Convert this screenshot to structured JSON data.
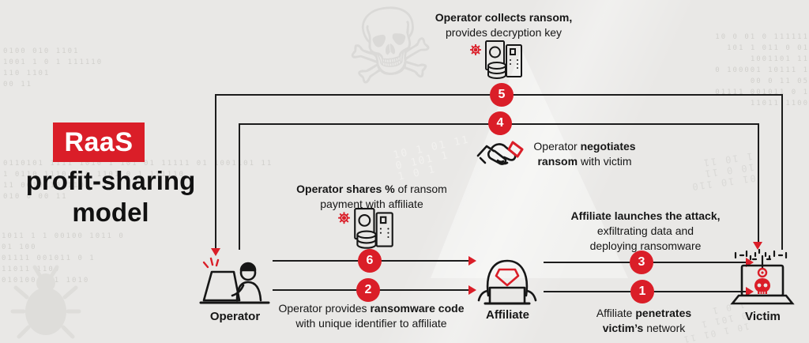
{
  "title": {
    "badge": "RaaS",
    "line1": "profit-sharing",
    "line2": "model"
  },
  "colors": {
    "accent_red": "#da1e28",
    "ink": "#161616",
    "background": "#e9e8e6"
  },
  "actors": [
    {
      "label": "Operator"
    },
    {
      "label": "Affiliate"
    },
    {
      "label": "Victim"
    }
  ],
  "steps": [
    {
      "num": "1",
      "l1a": "Affiliate ",
      "l1b": "penetrates",
      "l2a": "victim’s",
      "l2b": " network"
    },
    {
      "num": "2",
      "l1a": "Operator provides ",
      "l1b": "ransomware code",
      "l2": "with unique identifier to affiliate"
    },
    {
      "num": "3",
      "l1": "Affiliate launches the attack,",
      "l2": "exfiltrating data and",
      "l3": "deploying ransomware"
    },
    {
      "num": "4",
      "l1a": "Operator ",
      "l1b": "negotiates",
      "l2a": "ransom",
      "l2b": " with victim"
    },
    {
      "num": "5",
      "l1": "Operator collects ransom,",
      "l2": "provides decryption key"
    },
    {
      "num": "6",
      "l1a": "Operator shares %",
      "l1b": " of ransom",
      "l2": "payment with affiliate"
    }
  ],
  "icons": {
    "skull_watermark": "☠"
  },
  "background": {
    "binary": [
      "0100  010 1101\n1001 1   0  1  111110\n110 1101\n00  11",
      "0110101 1111  1010 1 101 01 11111 01 1001101 11\n1 0110 1110 010 1101  0 1  111110\n11  0010110 1101\n010 0  00  11",
      "10 0 01 0 111111\n101 1 011 0 01 1001101 11\n0 100001 10111 1 00 0 11 05\n01111 001011 0 1\n11011 1100",
      "1011 1 1 00100 1011 0\n01 100\n01111 001011 0 1\n11011 1100\n010100 111 1010",
      "01 10 110\n10 0 11\n1 10 11",
      "10 1 01 11\n0 101 1\n1 0 1"
    ]
  }
}
